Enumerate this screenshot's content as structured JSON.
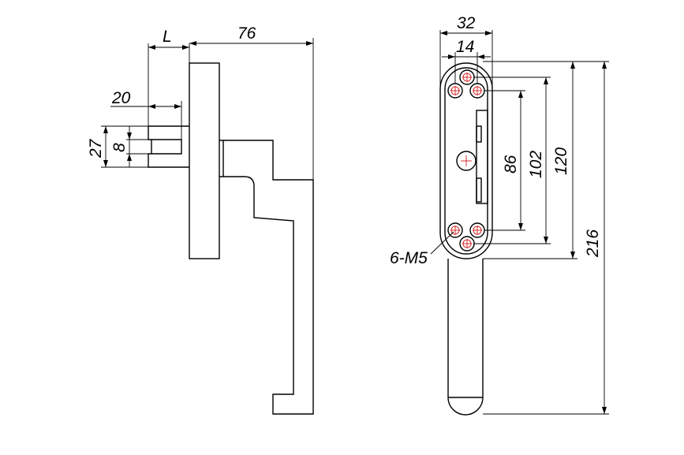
{
  "side_view": {
    "dim_L": "L",
    "dim_76": "76",
    "dim_20": "20",
    "dim_27": "27",
    "dim_8": "8"
  },
  "front_view": {
    "dim_32": "32",
    "dim_14": "14",
    "dim_86": "86",
    "dim_102": "102",
    "dim_120": "120",
    "dim_216": "216",
    "screws_note": "6-M5"
  },
  "colors": {
    "line": "#000000",
    "screw_mark": "#d00000",
    "background": "#ffffff"
  }
}
